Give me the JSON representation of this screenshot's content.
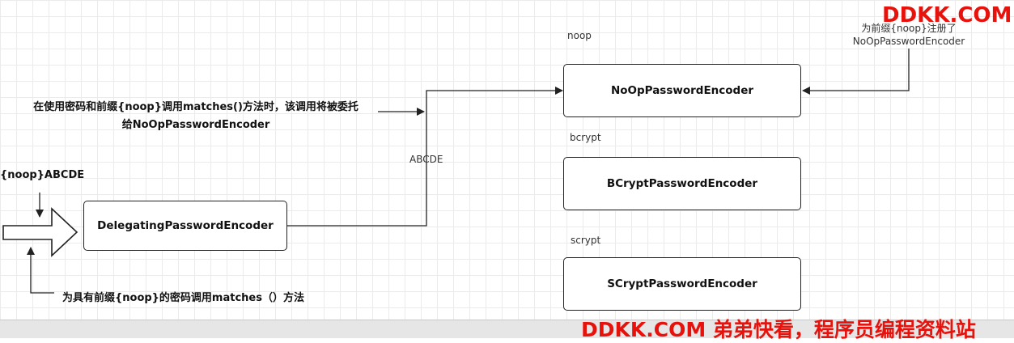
{
  "boxes": {
    "delegating": "DelegatingPasswordEncoder",
    "noop": "NoOpPasswordEncoder",
    "bcrypt": "BCryptPasswordEncoder",
    "scrypt": "SCryptPasswordEncoder"
  },
  "labels": {
    "noop_id": "noop",
    "bcrypt_id": "bcrypt",
    "scrypt_id": "scrypt",
    "input_value": "{noop}ABCDE",
    "passed_value": "ABCDE",
    "delegate_note_line1": "在使用密码和前缀{noop}调用matches()方法时，该调用将被委托",
    "delegate_note_line2": "给NoOpPasswordEncoder",
    "register_note_line1": "为前缀{noop}注册了",
    "register_note_line2": "NoOpPasswordEncoder",
    "call_note": "为具有前缀{noop}的密码调用matches（）方法"
  },
  "watermarks": {
    "top": "DDKK.COM",
    "bottom": "DDKK.COM 弟弟快看，程序员编程资料站"
  },
  "colors": {
    "watermark": "#e8120c",
    "line": "#222222",
    "grid": "#ebebeb"
  }
}
